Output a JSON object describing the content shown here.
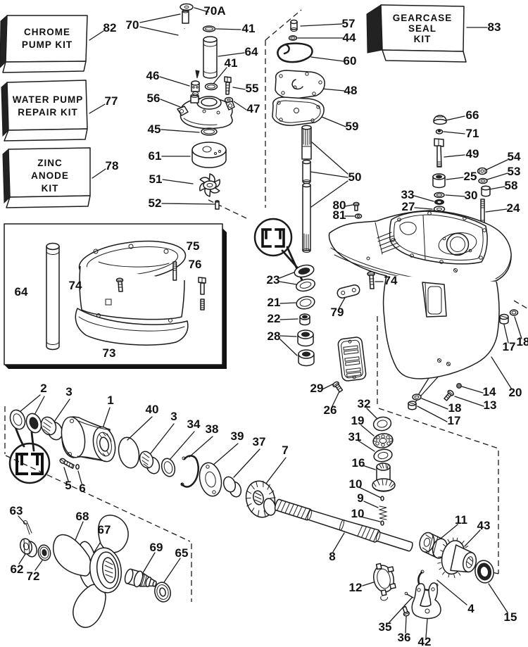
{
  "figure": {
    "type": "exploded-parts-diagram",
    "subject": "Outboard motor lower unit gearcase exploded view",
    "ink_color": "#1b1b1b",
    "background_color": "#ffffff"
  },
  "kits": {
    "k82": {
      "l1": "CHROME",
      "l2": "PUMP KIT"
    },
    "k77": {
      "l1": "WATER PUMP",
      "l2": "REPAIR KIT"
    },
    "k78": {
      "l1": "ZINC",
      "l2": "ANODE",
      "l3": "KIT"
    },
    "k83": {
      "l1": "GEARCASE",
      "l2": "SEAL",
      "l3": "KIT"
    }
  },
  "callouts": {
    "1": "1",
    "2": "2",
    "3": "3",
    "4": "4",
    "5": "5",
    "6": "6",
    "7": "7",
    "8": "8",
    "9": "9",
    "10": "10",
    "11": "11",
    "12": "12",
    "13": "13",
    "14": "14",
    "15": "15",
    "16": "16",
    "17": "17",
    "18": "18",
    "19": "19",
    "20": "20",
    "21": "21",
    "22": "22",
    "23": "23",
    "24": "24",
    "25": "25",
    "26": "26",
    "27": "27",
    "28": "28",
    "29": "29",
    "30": "30",
    "31": "31",
    "32": "32",
    "33": "33",
    "34": "34",
    "35": "35",
    "36": "36",
    "37": "37",
    "38": "38",
    "39": "39",
    "40": "40",
    "41": "41",
    "42": "42",
    "43": "43",
    "44": "44",
    "45": "45",
    "46": "46",
    "47": "47",
    "48": "48",
    "49": "49",
    "50": "50",
    "51": "51",
    "52": "52",
    "53": "53",
    "54": "54",
    "55": "55",
    "56": "56",
    "57": "57",
    "58": "58",
    "59": "59",
    "60": "60",
    "61": "61",
    "62": "62",
    "63": "63",
    "64": "64",
    "65": "65",
    "66": "66",
    "67": "67",
    "68": "68",
    "69": "69",
    "70": "70",
    "70A": "70A",
    "71": "71",
    "72": "72",
    "73": "73",
    "74": "74",
    "75": "75",
    "76": "76",
    "77": "77",
    "78": "78",
    "79": "79",
    "80": "80",
    "81": "81",
    "82": "82",
    "83": "83"
  }
}
